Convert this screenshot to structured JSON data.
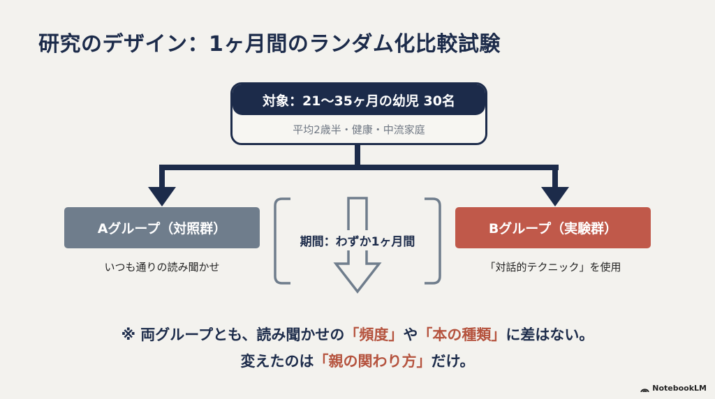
{
  "title": "研究のデザイン：1ヶ月間のランダム化比較試験",
  "subjects": {
    "heading": "対象：21〜35ヶ月の幼児 30名",
    "detail": "平均2歳半・健康・中流家庭"
  },
  "period": "期間：わずか1ヶ月間",
  "group_a": {
    "label": "Aグループ（対照群）",
    "description": "いつも通りの読み聞かせ"
  },
  "group_b": {
    "label": "Bグループ（実験群）",
    "description": "「対話的テクニック」を使用"
  },
  "note": {
    "line1_a": "※ 両グループとも、読み聞かせの",
    "line1_h1": "「頻度」",
    "line1_b": "や",
    "line1_h2": "「本の種類」",
    "line1_c": "に差はない。",
    "line2_a": "変えたのは",
    "line2_h": "「親の関わり方」",
    "line2_b": "だけ。"
  },
  "brand": "NotebookLM",
  "colors": {
    "navy": "#1c2b4a",
    "control": "#6f7d8c",
    "experiment": "#c0594a",
    "highlight": "#b5533e"
  }
}
